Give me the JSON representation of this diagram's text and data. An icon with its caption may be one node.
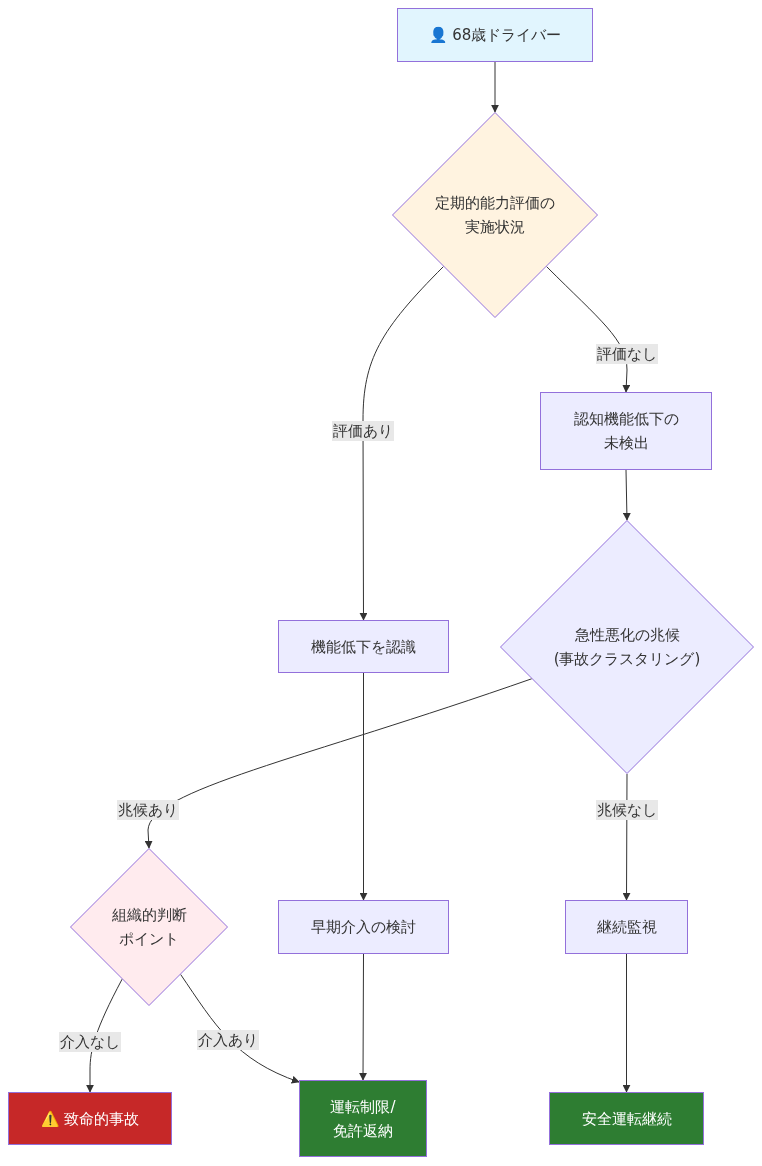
{
  "diagram": {
    "nodes": [
      {
        "text": [
          "👤 68歳ドライバー"
        ]
      },
      {
        "text": [
          "定期的能力評価の実施状況"
        ]
      },
      {
        "text": [
          "認知機能低下の未検出"
        ]
      },
      {
        "text": [
          "機能低下を認識"
        ]
      },
      {
        "text": [
          "急性悪化の兆候 (事故クラスタリング)"
        ]
      },
      {
        "text": [
          "組織的判断ポイント"
        ]
      },
      {
        "text": [
          "早期介入の検討"
        ]
      },
      {
        "text": [
          "継続監視"
        ]
      },
      {
        "text": [
          "⚠️ 致命的事故"
        ]
      },
      {
        "text": [
          "運転制限/免許返納"
        ]
      },
      {
        "text": [
          "安全運転継続"
        ]
      }
    ],
    "edges": [
      {
        "from": 0,
        "to": 1,
        "arrow": "to"
      },
      {
        "from": 1,
        "to": 3,
        "arrow": "to",
        "label": "評価あり"
      },
      {
        "from": 1,
        "to": 2,
        "arrow": "to",
        "label": "評価なし"
      },
      {
        "from": 2,
        "to": 4,
        "arrow": "to"
      },
      {
        "from": 4,
        "to": 5,
        "arrow": "to",
        "label": "兆候あり"
      },
      {
        "from": 4,
        "to": 7,
        "arrow": "to",
        "label": "兆候なし"
      },
      {
        "from": 3,
        "to": 6,
        "arrow": "to"
      },
      {
        "from": 5,
        "to": 8,
        "arrow": "to",
        "label": "介入なし"
      },
      {
        "from": 5,
        "to": 9,
        "arrow": "to",
        "label": "介入あり"
      },
      {
        "from": 6,
        "to": 9,
        "arrow": "to"
      },
      {
        "from": 7,
        "to": 10,
        "arrow": "to"
      }
    ]
  }
}
